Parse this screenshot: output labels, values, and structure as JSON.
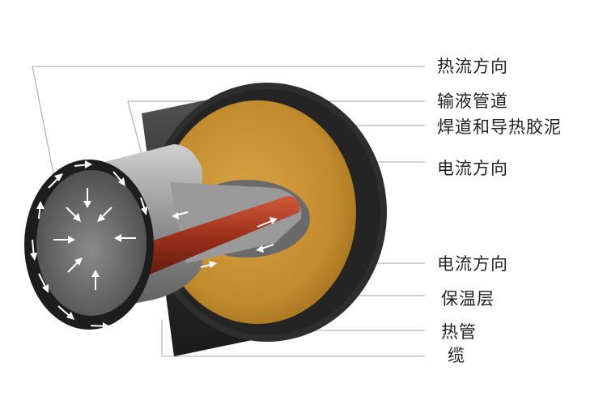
{
  "labels": {
    "heat_flow_direction": "热流方向",
    "transport_pipe": "输液管道",
    "weld_and_paste": "焊道和导热胶泥",
    "current_direction_1": "电流方向",
    "current_direction_2": "电流方向",
    "insulation_layer": "保温层",
    "heat_tube_line1": "热管",
    "heat_tube_line2": "缆"
  },
  "colors": {
    "outer_shell": "#2d2d2d",
    "insulation": "#c8912f",
    "pipe_wall": "#8a8a8a",
    "cable_core": "#a53a22",
    "leader_line": "#b0b0b0",
    "arrow": "#ffffff"
  }
}
